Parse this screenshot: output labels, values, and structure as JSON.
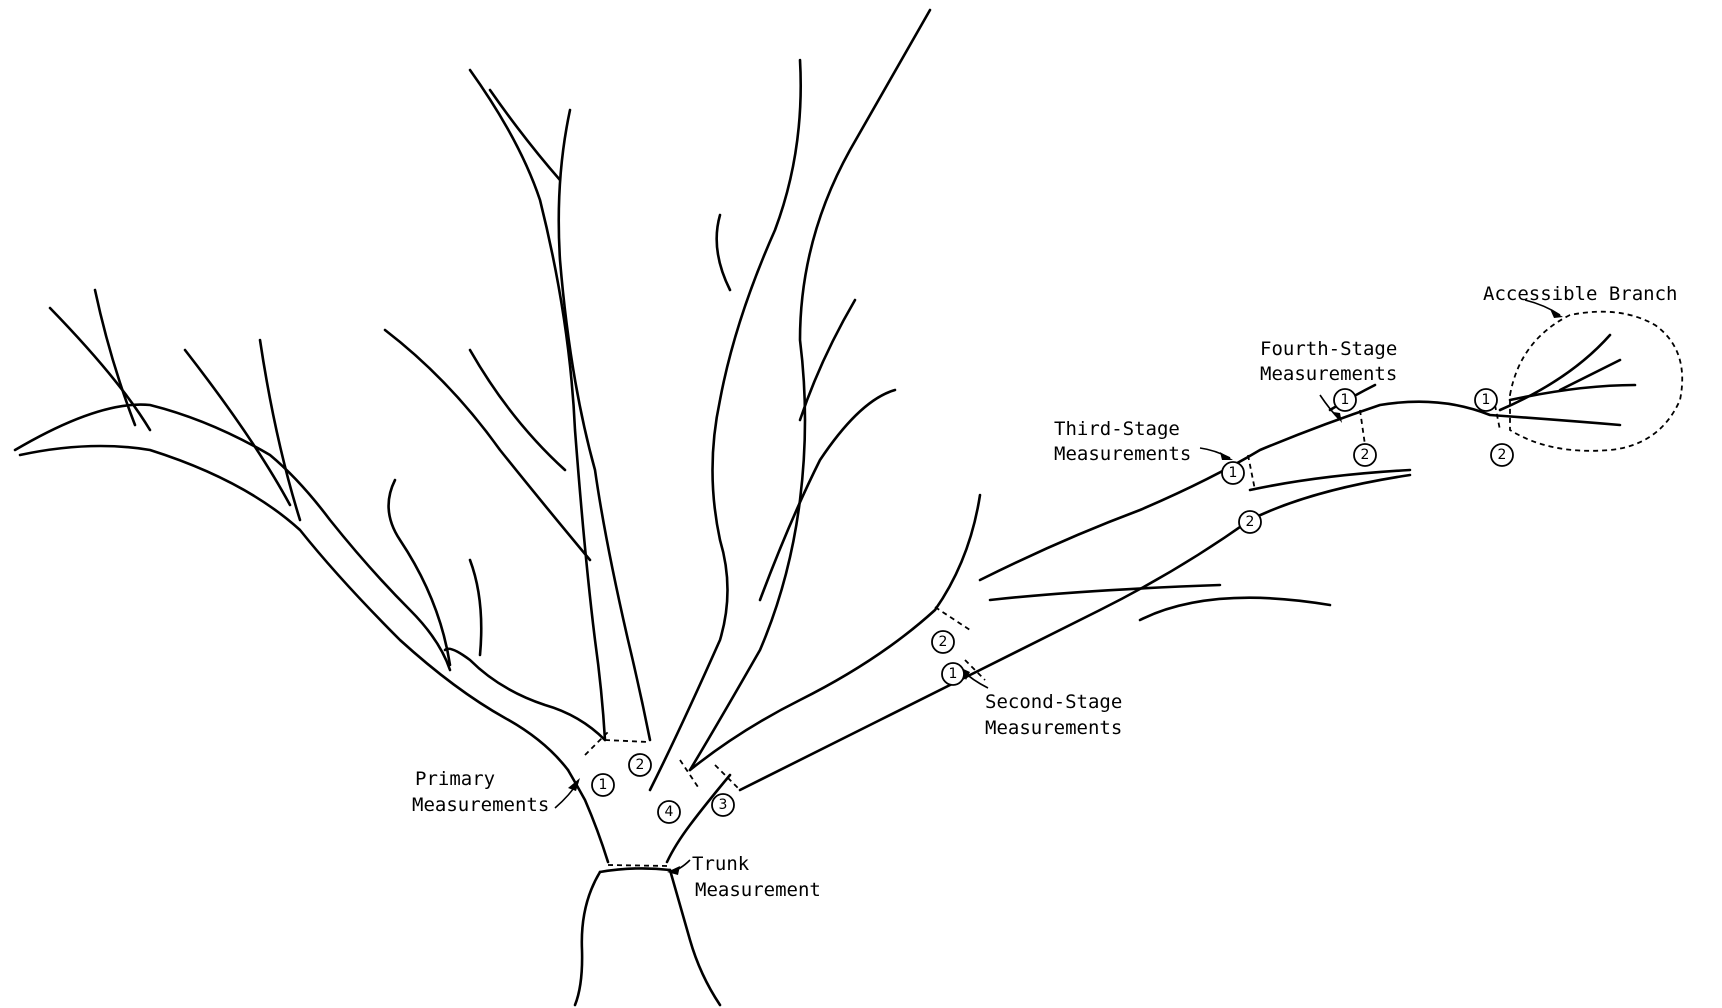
{
  "labels": {
    "accessible_branch": "Accessible Branch",
    "fourth_stage": [
      "Fourth-Stage",
      "Measurements"
    ],
    "third_stage": [
      "Third-Stage",
      "Measurements"
    ],
    "second_stage": [
      "Second-Stage",
      "Measurements"
    ],
    "primary": [
      "Primary",
      "Measurements"
    ],
    "trunk": [
      "Trunk",
      "Measurement"
    ]
  },
  "markers": {
    "primary": [
      "1",
      "2",
      "3",
      "4"
    ],
    "second_stage": [
      "1",
      "2"
    ],
    "third_stage": [
      "1",
      "2"
    ],
    "fourth_stage": [
      "1",
      "2"
    ],
    "accessible": [
      "1",
      "2"
    ]
  }
}
